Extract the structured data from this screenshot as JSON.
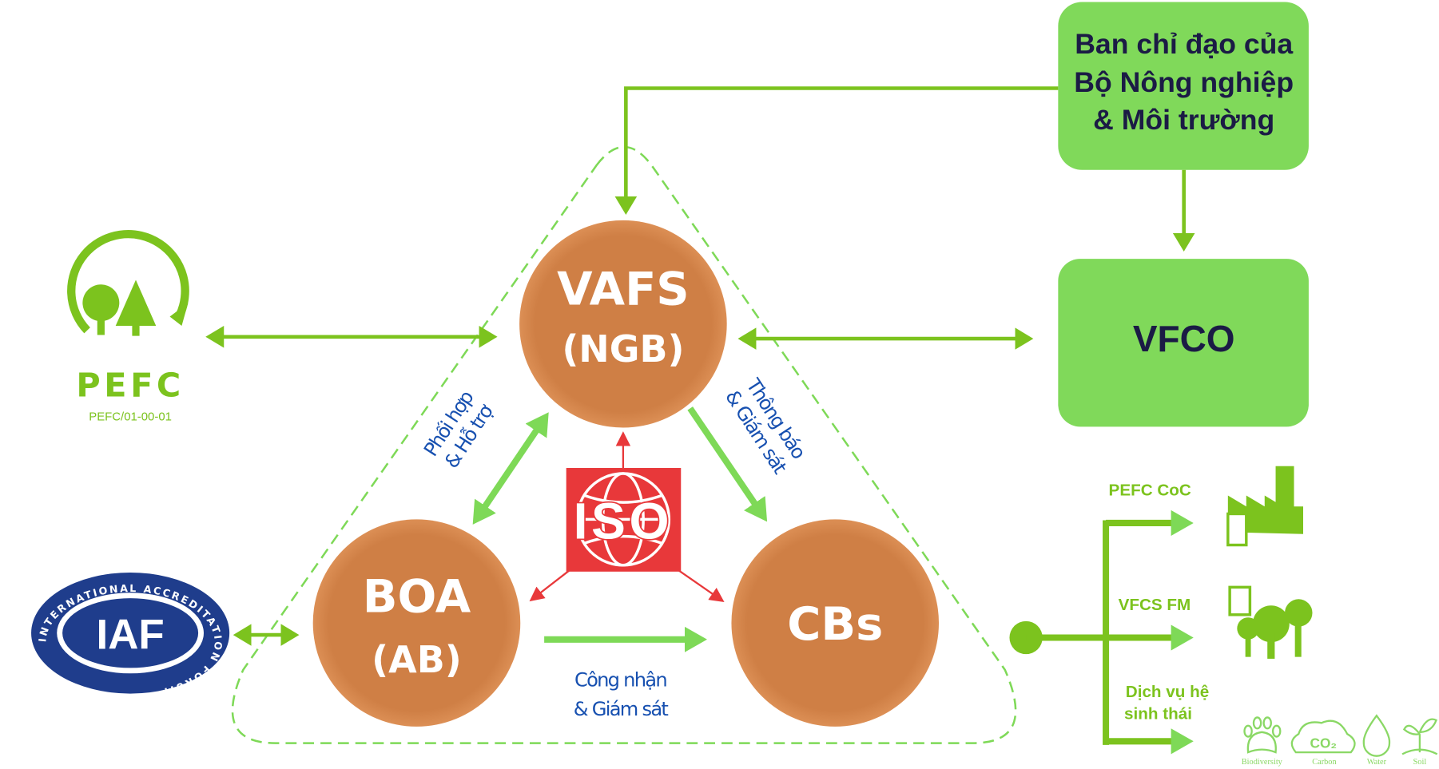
{
  "steering_committee": {
    "lines": [
      "Ban chỉ đạo của",
      "Bộ Nông nghiệp",
      "& Môi trường"
    ]
  },
  "vfco": {
    "label": "VFCO"
  },
  "vafs": {
    "name": "VAFS",
    "role": "(NGB)"
  },
  "boa": {
    "name": "BOA",
    "role": "(AB)"
  },
  "cbs": {
    "name": "CBs"
  },
  "iso": {
    "label": "ISO"
  },
  "pefc_logo": {
    "text": "PEFC",
    "code": "PEFC/01-00-01"
  },
  "iaf_logo": {
    "text": "IAF",
    "ring_text": "INTERNATIONAL ACCREDITATION FORUM"
  },
  "relations": {
    "vafs_boa": [
      "Phối hợp",
      "& Hỗ trợ"
    ],
    "vafs_cbs": [
      "Thông báo",
      "& Giám sát"
    ],
    "boa_cbs": [
      "Công nhận",
      "& Giám sát"
    ]
  },
  "outputs": [
    {
      "label": "PEFC CoC",
      "icon": "factory-icon"
    },
    {
      "label": "VFCS FM",
      "icon": "forest-document-icon"
    },
    {
      "label_lines": [
        "Dịch vụ hệ",
        "sinh thái"
      ],
      "icon": "ecosystem-icons"
    }
  ],
  "ecosystem_services": [
    "Biodiversity",
    "Carbon",
    "Water",
    "Soil"
  ],
  "colors": {
    "box_green": "#80d95a",
    "line_green": "#7cc31e",
    "circle_orange": "#d4844a",
    "iso_red": "#e8383a",
    "label_blue": "#1750b0",
    "iaf_navy": "#1f3d8c"
  }
}
